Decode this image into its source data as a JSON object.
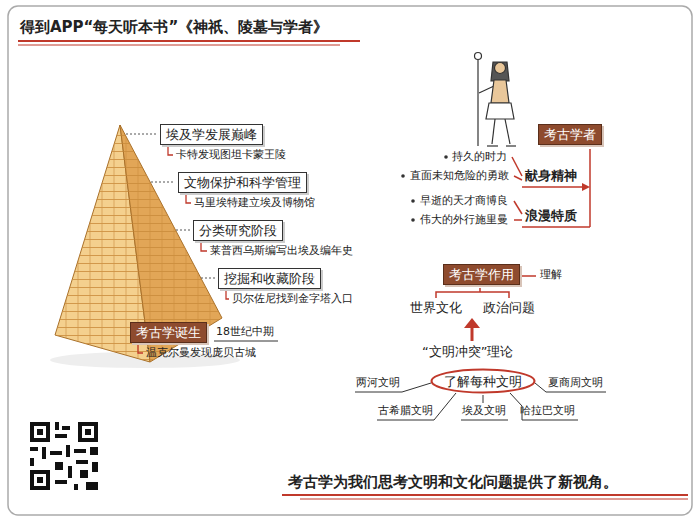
{
  "diagram": {
    "title": "得到APP“每天听本书”《神祇、陵墓与学者》",
    "caption": "考古学为我们思考文明和文化问题提供了新视角。",
    "nodes": [
      {
        "text": [
          "埃及学发展巅峰",
          "卡特发现图坦卡蒙王陵"
        ]
      },
      {
        "text": [
          "文物保护和科学管理",
          "马里埃特建立埃及博物馆"
        ]
      },
      {
        "text": [
          "分类研究阶段",
          "莱普西乌斯编写出埃及编年史"
        ]
      },
      {
        "text": [
          "挖掘和收藏阶段",
          "贝尔佐尼找到金字塔入口"
        ]
      },
      {
        "text": [
          "考古学诞生",
          "温克尔曼发现庞贝古城"
        ]
      },
      {
        "text": [
          "考古学者"
        ]
      },
      {
        "text": [
          "考古学作用"
        ]
      },
      {
        "text": [
          "了解每种文明"
        ]
      }
    ],
    "labels": [
      "18世纪中期",
      "持久的时力",
      "直面未知危险的勇敢",
      "献身精神",
      "早逝的天才商博良",
      "伟大的外行施里曼",
      "浪漫特质",
      "理解",
      "世界文化",
      "政治问题",
      "“文明冲突”理论",
      "两河文明",
      "夏商周文明",
      "古希腊文明",
      "埃及文明",
      "哈拉巴文明"
    ]
  }
}
